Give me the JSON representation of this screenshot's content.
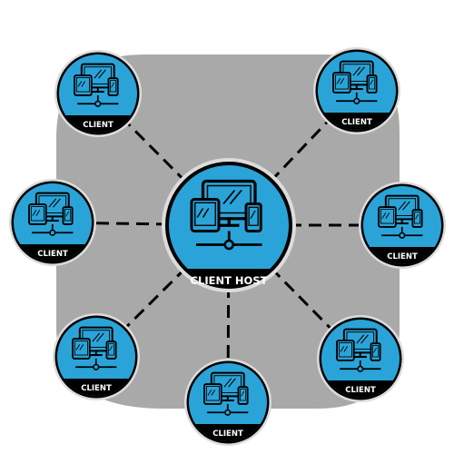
{
  "colors": {
    "backdrop": "#a9a9a9",
    "node_fill": "#2aa4d8",
    "node_ring": "#000000",
    "node_outer": "#dcdcdc",
    "label_band": "#000000",
    "label_text": "#ffffff",
    "icon_stroke": "#000000",
    "link_stroke": "#000000"
  },
  "hub": {
    "label": "CLIENT HOST",
    "icon": "devices-network-icon"
  },
  "clients": [
    {
      "label": "CLIENT",
      "icon": "devices-network-icon"
    },
    {
      "label": "CLIENT",
      "icon": "devices-network-icon"
    },
    {
      "label": "CLIENT",
      "icon": "devices-network-icon"
    },
    {
      "label": "CLIENT",
      "icon": "devices-network-icon"
    },
    {
      "label": "CLIENT",
      "icon": "devices-network-icon"
    },
    {
      "label": "CLIENT",
      "icon": "devices-network-icon"
    },
    {
      "label": "CLIENT",
      "icon": "devices-network-icon"
    }
  ]
}
